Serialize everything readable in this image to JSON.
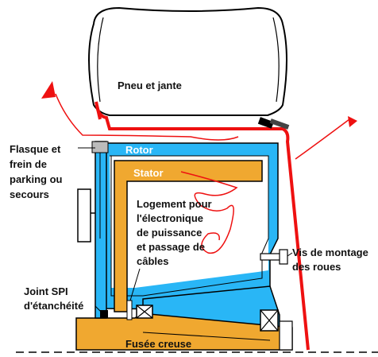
{
  "labels": {
    "tire": "Pneu et jante",
    "rotor": "Rotor",
    "stator": "Stator",
    "flange_brake": [
      "Flasque et",
      "frein de",
      "parking ou",
      "secours"
    ],
    "electronics_housing": [
      "Logement pour",
      "l'électronique",
      "de puissance",
      "et passage de",
      "câbles"
    ],
    "wheel_screw": [
      "Vis de montage",
      "des roues"
    ],
    "seal": [
      "Joint SPI",
      "d'étanchéité"
    ],
    "hollow_spindle": "Fusée creuse"
  },
  "colors": {
    "rotor": "#29b6f6",
    "stator": "#f0a830",
    "rim": "#ee1111",
    "annotation": "#ee1111",
    "outline": "#000000"
  }
}
